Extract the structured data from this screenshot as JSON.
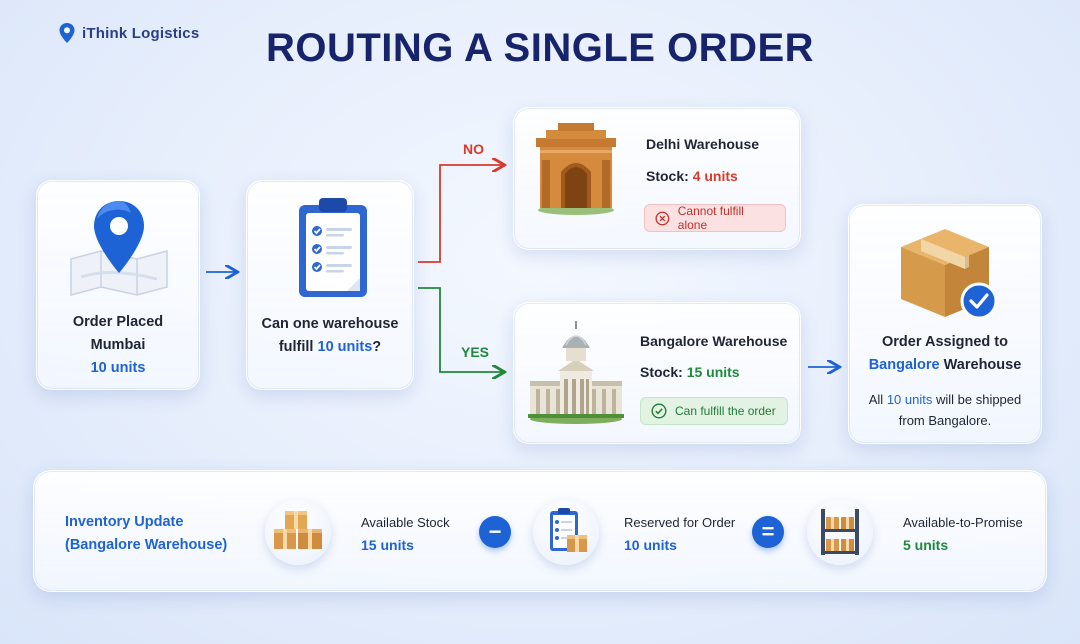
{
  "brand": {
    "name": "iThink Logistics"
  },
  "title": "ROUTING A SINGLE ORDER",
  "order": {
    "line1": "Order Placed",
    "city": "Mumbai",
    "qty": "10 units"
  },
  "question": {
    "line1": "Can one warehouse",
    "line2_pre": "fulfill ",
    "qty": "10 units",
    "line2_post": "?"
  },
  "branches": {
    "no": "NO",
    "yes": "YES"
  },
  "delhi": {
    "name": "Delhi Warehouse",
    "stock_label": "Stock: ",
    "stock_value": "4 units",
    "status": "Cannot fulfill alone"
  },
  "bangalore": {
    "name": "Bangalore Warehouse",
    "stock_label": "Stock: ",
    "stock_value": "15 units",
    "status": "Can fulfill the order"
  },
  "assigned": {
    "line1": "Order Assigned to",
    "wh_highlight": "Bangalore",
    "wh_rest": " Warehouse",
    "note_pre": "All ",
    "note_qty": "10 units",
    "note_post": " will be shipped",
    "note_line2": "from Bangalore."
  },
  "inventory": {
    "title_line1": "Inventory Update",
    "title_line2": "(Bangalore Warehouse)",
    "available": {
      "label": "Available Stock",
      "value": "15 units"
    },
    "reserved": {
      "label": "Reserved for Order",
      "value": "10 units"
    },
    "atp": {
      "label": "Available-to-Promise",
      "value": "5 units"
    },
    "minus": "−",
    "equals": "="
  },
  "colors": {
    "accent": "#1e63d6",
    "no": "#d93a2a",
    "yes": "#1f8a3a",
    "title": "#17246b"
  },
  "icons": [
    "location-pin-icon",
    "map-icon",
    "clipboard-checklist-icon",
    "india-gate-icon",
    "vidhana-soudha-icon",
    "cardboard-box-icon",
    "check-badge-icon",
    "x-circle-icon",
    "check-circle-icon",
    "boxes-stack-icon",
    "warehouse-shelf-icon"
  ]
}
